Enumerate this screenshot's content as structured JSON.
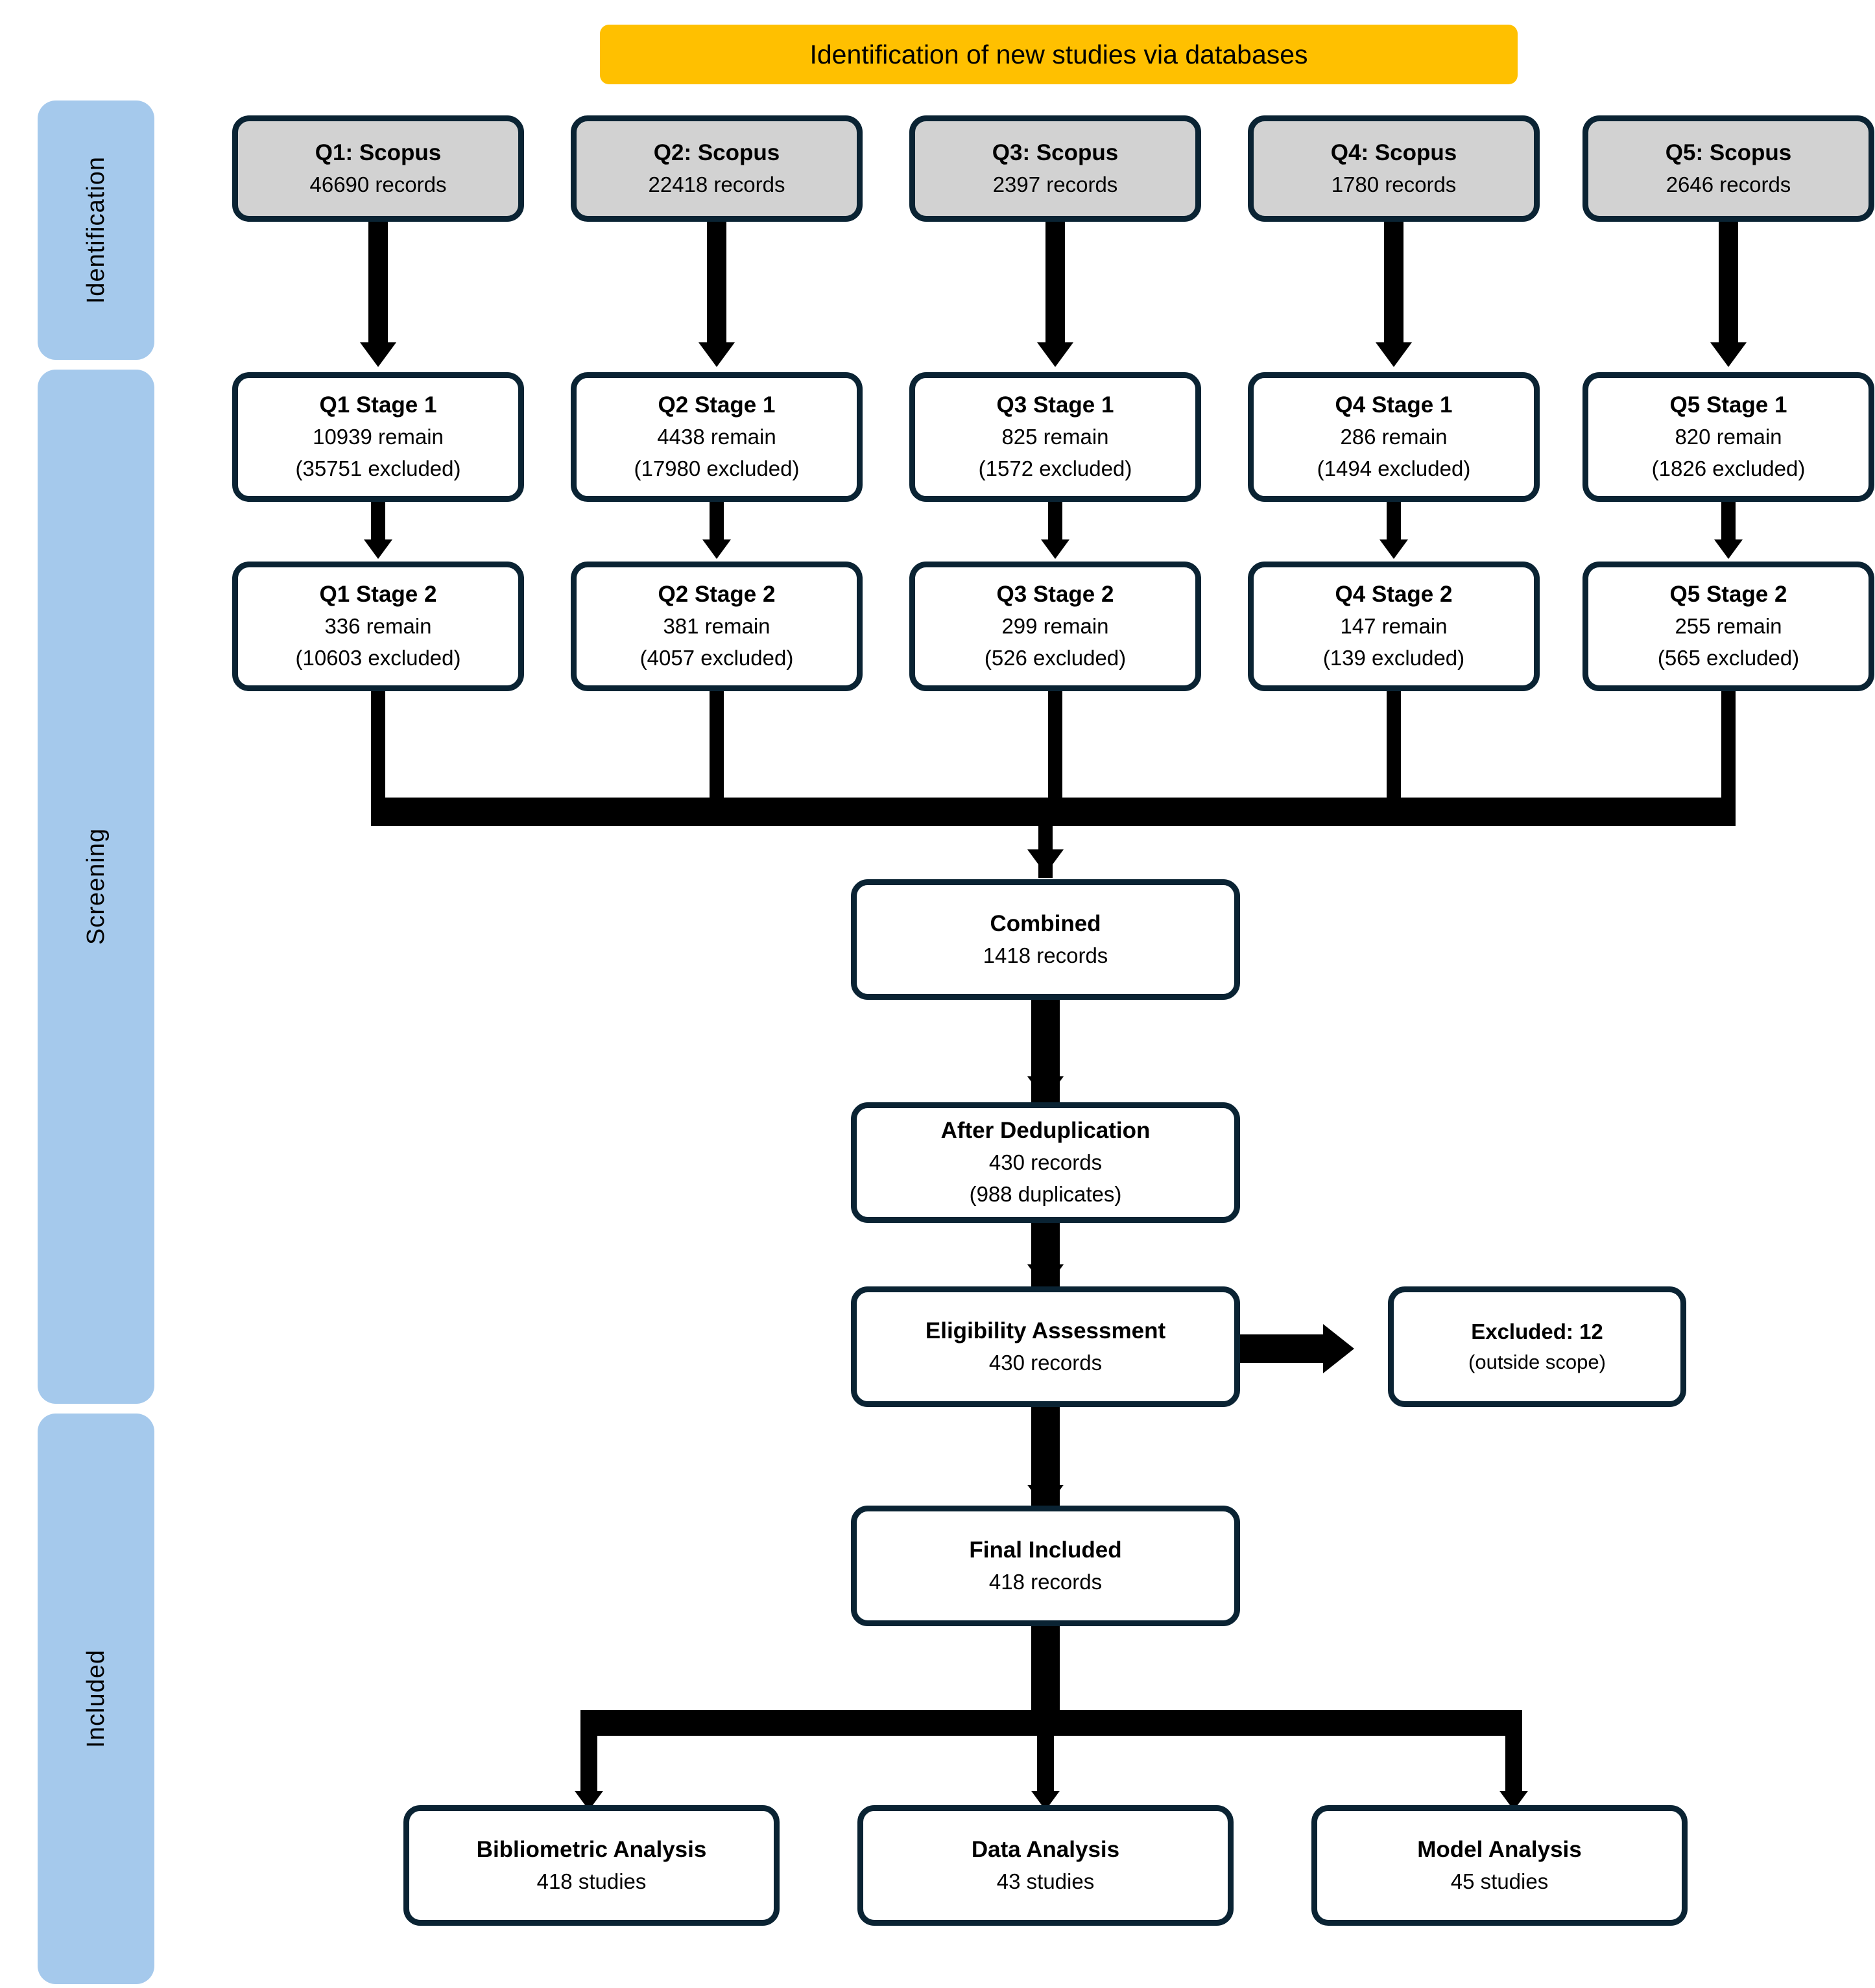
{
  "banner": {
    "title": "Identification of new studies via databases",
    "color": "#FFC000"
  },
  "rails": [
    {
      "label": "Identification"
    },
    {
      "label": "Screening"
    },
    {
      "label": "Included"
    }
  ],
  "colors": {
    "border": "#0A2333",
    "source_fill": "#D2D2D2",
    "rail_fill": "#A5C9EC",
    "banner_fill": "#FFC000",
    "connector": "#000000"
  },
  "chart_data": {
    "type": "diagram",
    "title": "Identification of new studies via databases",
    "stages": [
      "Identification",
      "Screening",
      "Included"
    ],
    "identification": [
      {
        "title": "Q1: Scopus",
        "records": 46690,
        "line1": "46690 records"
      },
      {
        "title": "Q2: Scopus",
        "records": 22418,
        "line1": "22418 records"
      },
      {
        "title": "Q3: Scopus",
        "records": 2397,
        "line1": "2397 records"
      },
      {
        "title": "Q4: Scopus",
        "records": 1780,
        "line1": "1780 records"
      },
      {
        "title": "Q5: Scopus",
        "records": 2646,
        "line1": "2646 records"
      }
    ],
    "stage1": [
      {
        "title": "Q1 Stage 1",
        "remain": 10939,
        "excluded": 35751
      },
      {
        "title": "Q2 Stage 1",
        "remain": 4438,
        "excluded": 17980
      },
      {
        "title": "Q3 Stage 1",
        "remain": 825,
        "excluded": 1572
      },
      {
        "title": "Q4 Stage 1",
        "remain": 286,
        "excluded": 1494
      },
      {
        "title": "Q5 Stage 1",
        "remain": 820,
        "excluded": 1826
      }
    ],
    "stage2": [
      {
        "title": "Q1 Stage 2",
        "remain": 336,
        "excluded": 10603
      },
      {
        "title": "Q2 Stage 2",
        "remain": 381,
        "excluded": 4057
      },
      {
        "title": "Q3 Stage 2",
        "remain": 299,
        "excluded": 526
      },
      {
        "title": "Q4 Stage 2",
        "remain": 147,
        "excluded": 139
      },
      {
        "title": "Q5 Stage 2",
        "remain": 255,
        "excluded": 565
      }
    ],
    "combined": 1418,
    "after_deduplication": {
      "records": 430,
      "duplicates": 988
    },
    "eligibility": 430,
    "excluded_outside_scope": 12,
    "final_included": 418,
    "outputs": [
      {
        "title": "Bibliometric Analysis",
        "studies": 418
      },
      {
        "title": "Data Analysis",
        "studies": 43
      },
      {
        "title": "Model Analysis",
        "studies": 45
      }
    ]
  },
  "sources": [
    {
      "title": "Q1: Scopus",
      "line1": "46690 records"
    },
    {
      "title": "Q2: Scopus",
      "line1": "22418 records"
    },
    {
      "title": "Q3: Scopus",
      "line1": "2397 records"
    },
    {
      "title": "Q4: Scopus",
      "line1": "1780 records"
    },
    {
      "title": "Q5: Scopus",
      "line1": "2646 records"
    }
  ],
  "stage1": [
    {
      "title": "Q1 Stage 1",
      "line1": "10939 remain",
      "line2": "(35751 excluded)"
    },
    {
      "title": "Q2 Stage 1",
      "line1": "4438 remain",
      "line2": "(17980 excluded)"
    },
    {
      "title": "Q3 Stage 1",
      "line1": "825 remain",
      "line2": "(1572  excluded)"
    },
    {
      "title": "Q4 Stage 1",
      "line1": "286 remain",
      "line2": "(1494 excluded)"
    },
    {
      "title": "Q5 Stage 1",
      "line1": "820 remain",
      "line2": "(1826 excluded)"
    }
  ],
  "stage2": [
    {
      "title": "Q1 Stage 2",
      "line1": "336 remain",
      "line2": "(10603 excluded)"
    },
    {
      "title": "Q2 Stage 2",
      "line1": "381 remain",
      "line2": "(4057 excluded)"
    },
    {
      "title": "Q3 Stage 2",
      "line1": "299 remain",
      "line2": "(526 excluded)"
    },
    {
      "title": "Q4 Stage 2",
      "line1": "147 remain",
      "line2": "(139 excluded)"
    },
    {
      "title": "Q5 Stage 2",
      "line1": "255 remain",
      "line2": "(565 excluded)"
    }
  ],
  "combined": {
    "title": "Combined",
    "line1": "1418 records"
  },
  "dedup": {
    "title": "After Deduplication",
    "line1": "430 records",
    "line2": "(988 duplicates)"
  },
  "eligibility": {
    "title": "Eligibility Assessment",
    "line1": "430 records"
  },
  "excluded": {
    "title": "Excluded: 12",
    "line1": "(outside scope)"
  },
  "final": {
    "title": "Final Included",
    "line1": "418 records"
  },
  "outputs": [
    {
      "title": "Bibliometric Analysis",
      "line1": "418 studies"
    },
    {
      "title": "Data Analysis",
      "line1": "43 studies"
    },
    {
      "title": "Model Analysis",
      "line1": "45 studies"
    }
  ]
}
